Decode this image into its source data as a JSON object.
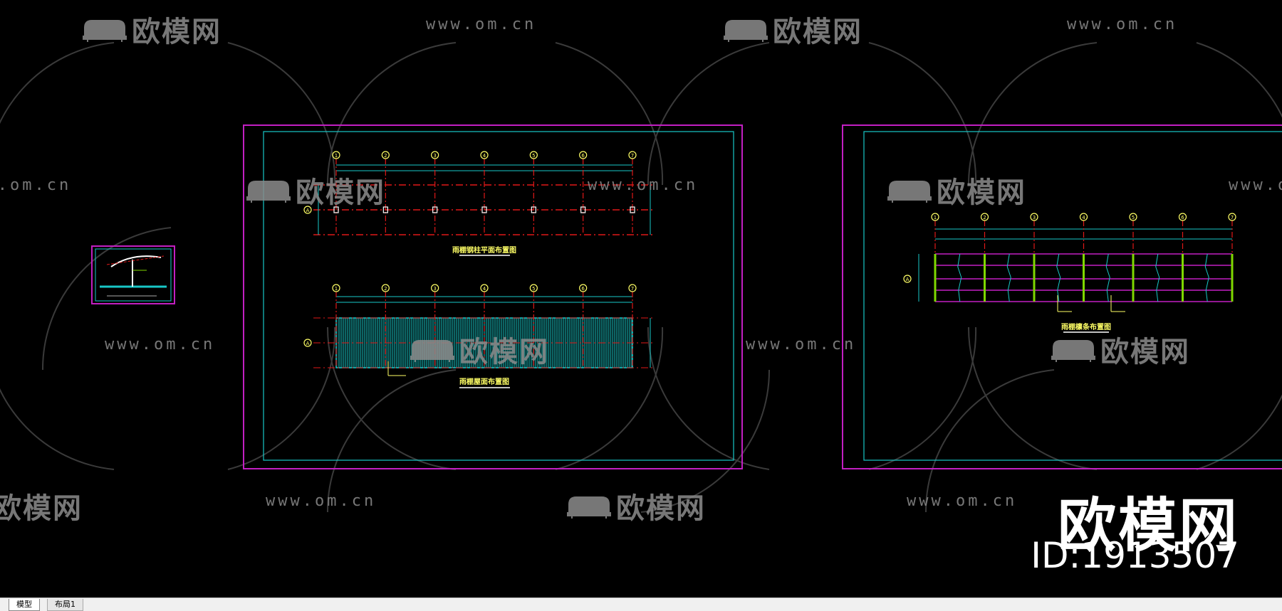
{
  "drawing": {
    "caption_frame": "雨棚钢柱平面布置图",
    "caption_roof": "雨棚屋面布置图",
    "caption_purlin": "雨棚檩条布置图",
    "axis_labels": [
      "1",
      "2",
      "3",
      "4",
      "5",
      "6",
      "7"
    ],
    "row_label": "A",
    "colors": {
      "background": "#000000",
      "sheet_border": "#c21fc2",
      "inner_border": "#18c7c7",
      "axis_line": "#e01818",
      "dimension": "#18c7c7",
      "column": "#ffff66",
      "purlin": "#c21fc2",
      "rafter": "#7fd800",
      "roofing": "#18c7c7"
    }
  },
  "watermark": {
    "logo_text": "欧模网",
    "url_text": "www.om.cn"
  },
  "brand": {
    "name": "欧模网",
    "id": "ID:1913507"
  },
  "tabs": [
    {
      "label": "模型",
      "active": true
    },
    {
      "label": "布局1",
      "active": false
    }
  ],
  "icons": {
    "watermark_logo": "sofa-icon"
  }
}
